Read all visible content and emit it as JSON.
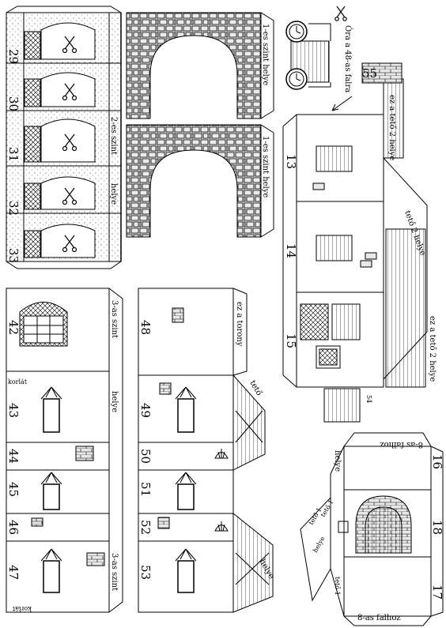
{
  "colors": {
    "ink": "#000000",
    "paper": "#ffffff",
    "stone": "#e4e4e4",
    "wood": "#f0f0f0"
  },
  "clock": {
    "label": "Óra a 48-as falra"
  },
  "strip_top": {
    "numbers": [
      "29",
      "30",
      "31",
      "32",
      "33"
    ],
    "side_label_top": "2-es szint",
    "side_label_bottom": "helye"
  },
  "arches": {
    "label": "1-es szint helye"
  },
  "house_right_top": {
    "numbers": [
      "13",
      "14",
      "15"
    ],
    "tab_number": "55",
    "labels": [
      "ez a tető 2 helye",
      "tető 2 helye",
      "ez a tető 2 helye"
    ],
    "piece_number": "54"
  },
  "house_right_bottom": {
    "numbers": [
      "16",
      "18",
      "17"
    ],
    "top_label": "8-as falhoz",
    "bottom_label": "8-as falhoz",
    "left_label": "helye",
    "roof_labels": [
      "tető 1",
      "tető 1",
      "helye",
      "tető 1"
    ]
  },
  "tower_left": {
    "numbers": [
      "42",
      "43",
      "44",
      "45",
      "46",
      "47"
    ],
    "labels": [
      "3-as szint",
      "helye",
      "3-as szint"
    ],
    "rail_label": "korlát"
  },
  "tower_mid": {
    "numbers": [
      "48",
      "49",
      "50",
      "51",
      "52",
      "53"
    ],
    "labels": [
      "ez a torony",
      "tető",
      "helye"
    ]
  },
  "icons": [
    "scissors-icon",
    "clock-icon",
    "shell-icon",
    "arrow-icon"
  ]
}
